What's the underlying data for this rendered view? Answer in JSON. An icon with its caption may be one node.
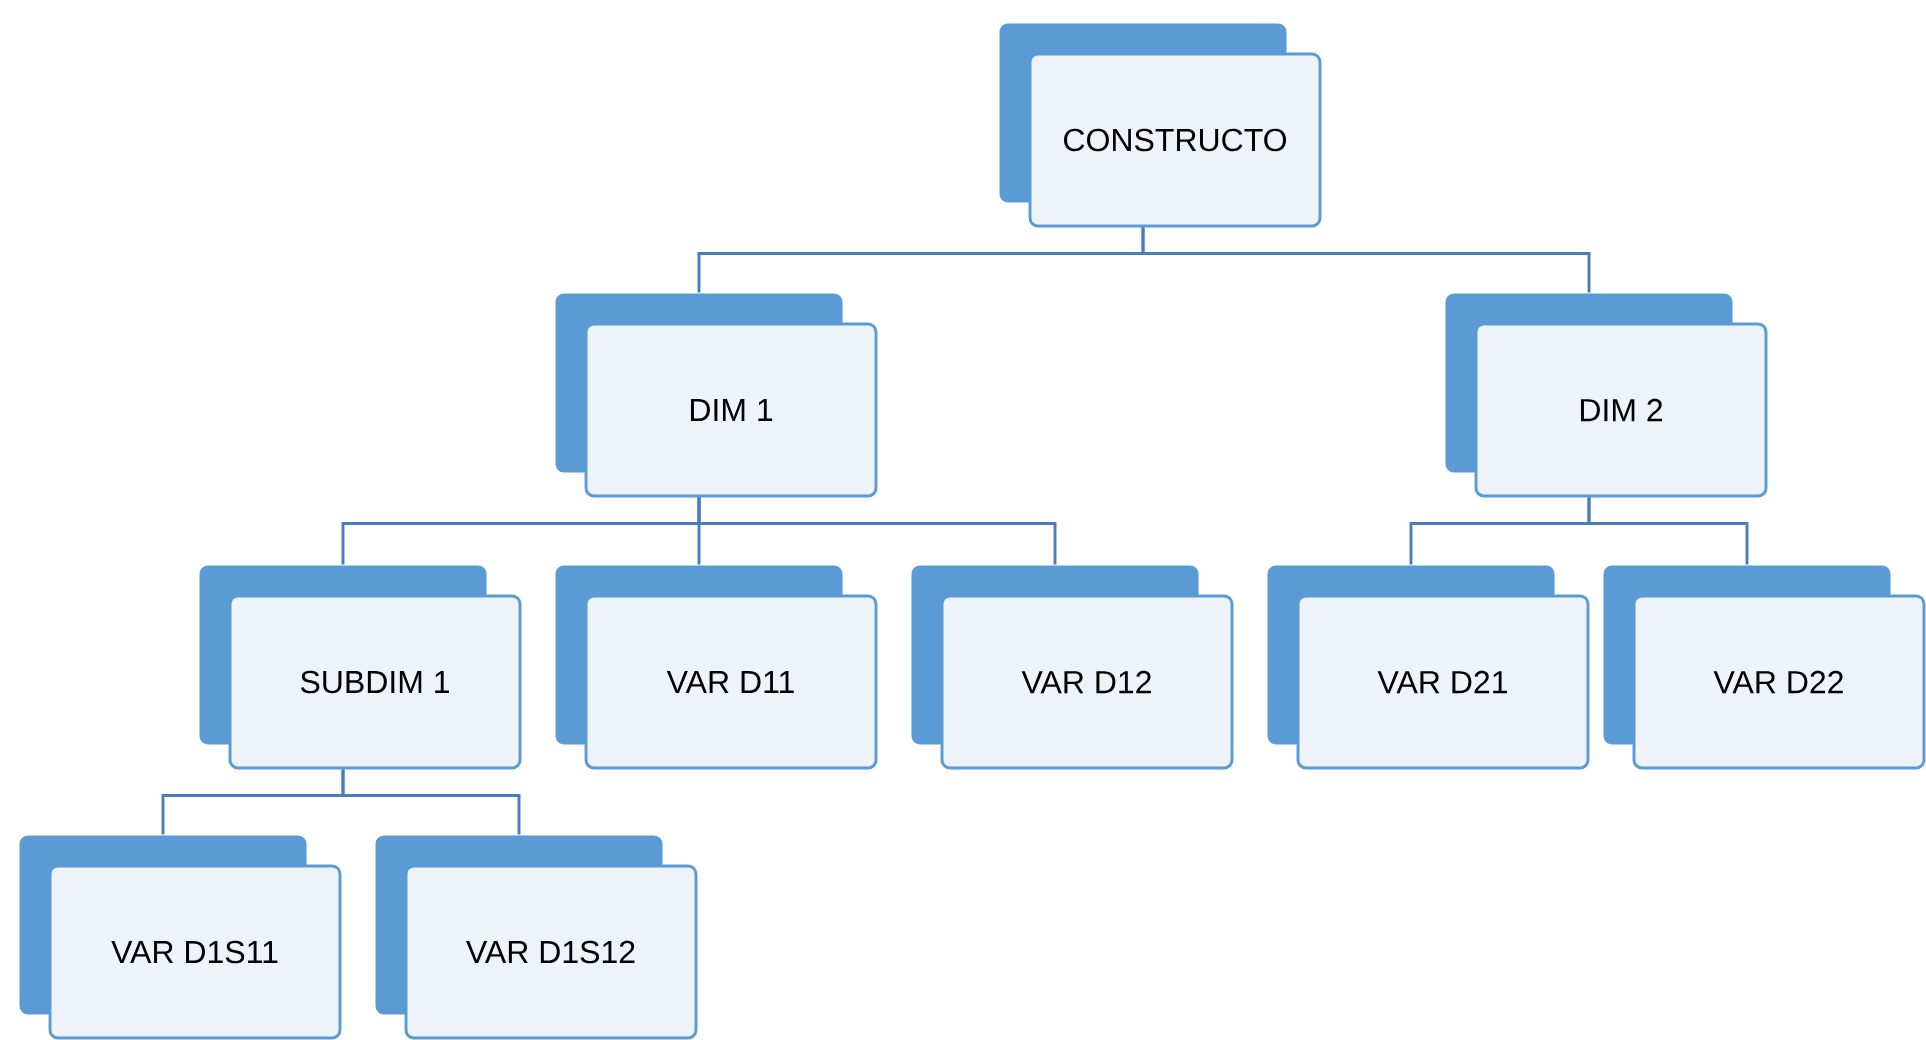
{
  "diagram": {
    "nodes": [
      {
        "text": [
          "CONSTRUCTO"
        ]
      },
      {
        "text": [
          "DIM 1"
        ]
      },
      {
        "text": [
          "DIM 2"
        ]
      },
      {
        "text": [
          "SUBDIM 1"
        ]
      },
      {
        "text": [
          "VAR D11"
        ]
      },
      {
        "text": [
          "VAR D12"
        ]
      },
      {
        "text": [
          "VAR D21"
        ]
      },
      {
        "text": [
          "VAR D22"
        ]
      },
      {
        "text": [
          "VAR D1S11"
        ]
      },
      {
        "text": [
          "VAR D1S12"
        ]
      }
    ],
    "edges": [
      {
        "from": 0,
        "to": 1,
        "arrow": "none"
      },
      {
        "from": 0,
        "to": 2,
        "arrow": "none"
      },
      {
        "from": 1,
        "to": 3,
        "arrow": "none"
      },
      {
        "from": 1,
        "to": 4,
        "arrow": "none"
      },
      {
        "from": 1,
        "to": 5,
        "arrow": "none"
      },
      {
        "from": 2,
        "to": 6,
        "arrow": "none"
      },
      {
        "from": 2,
        "to": 7,
        "arrow": "none"
      },
      {
        "from": 3,
        "to": 8,
        "arrow": "none"
      },
      {
        "from": 3,
        "to": 9,
        "arrow": "none"
      }
    ]
  }
}
